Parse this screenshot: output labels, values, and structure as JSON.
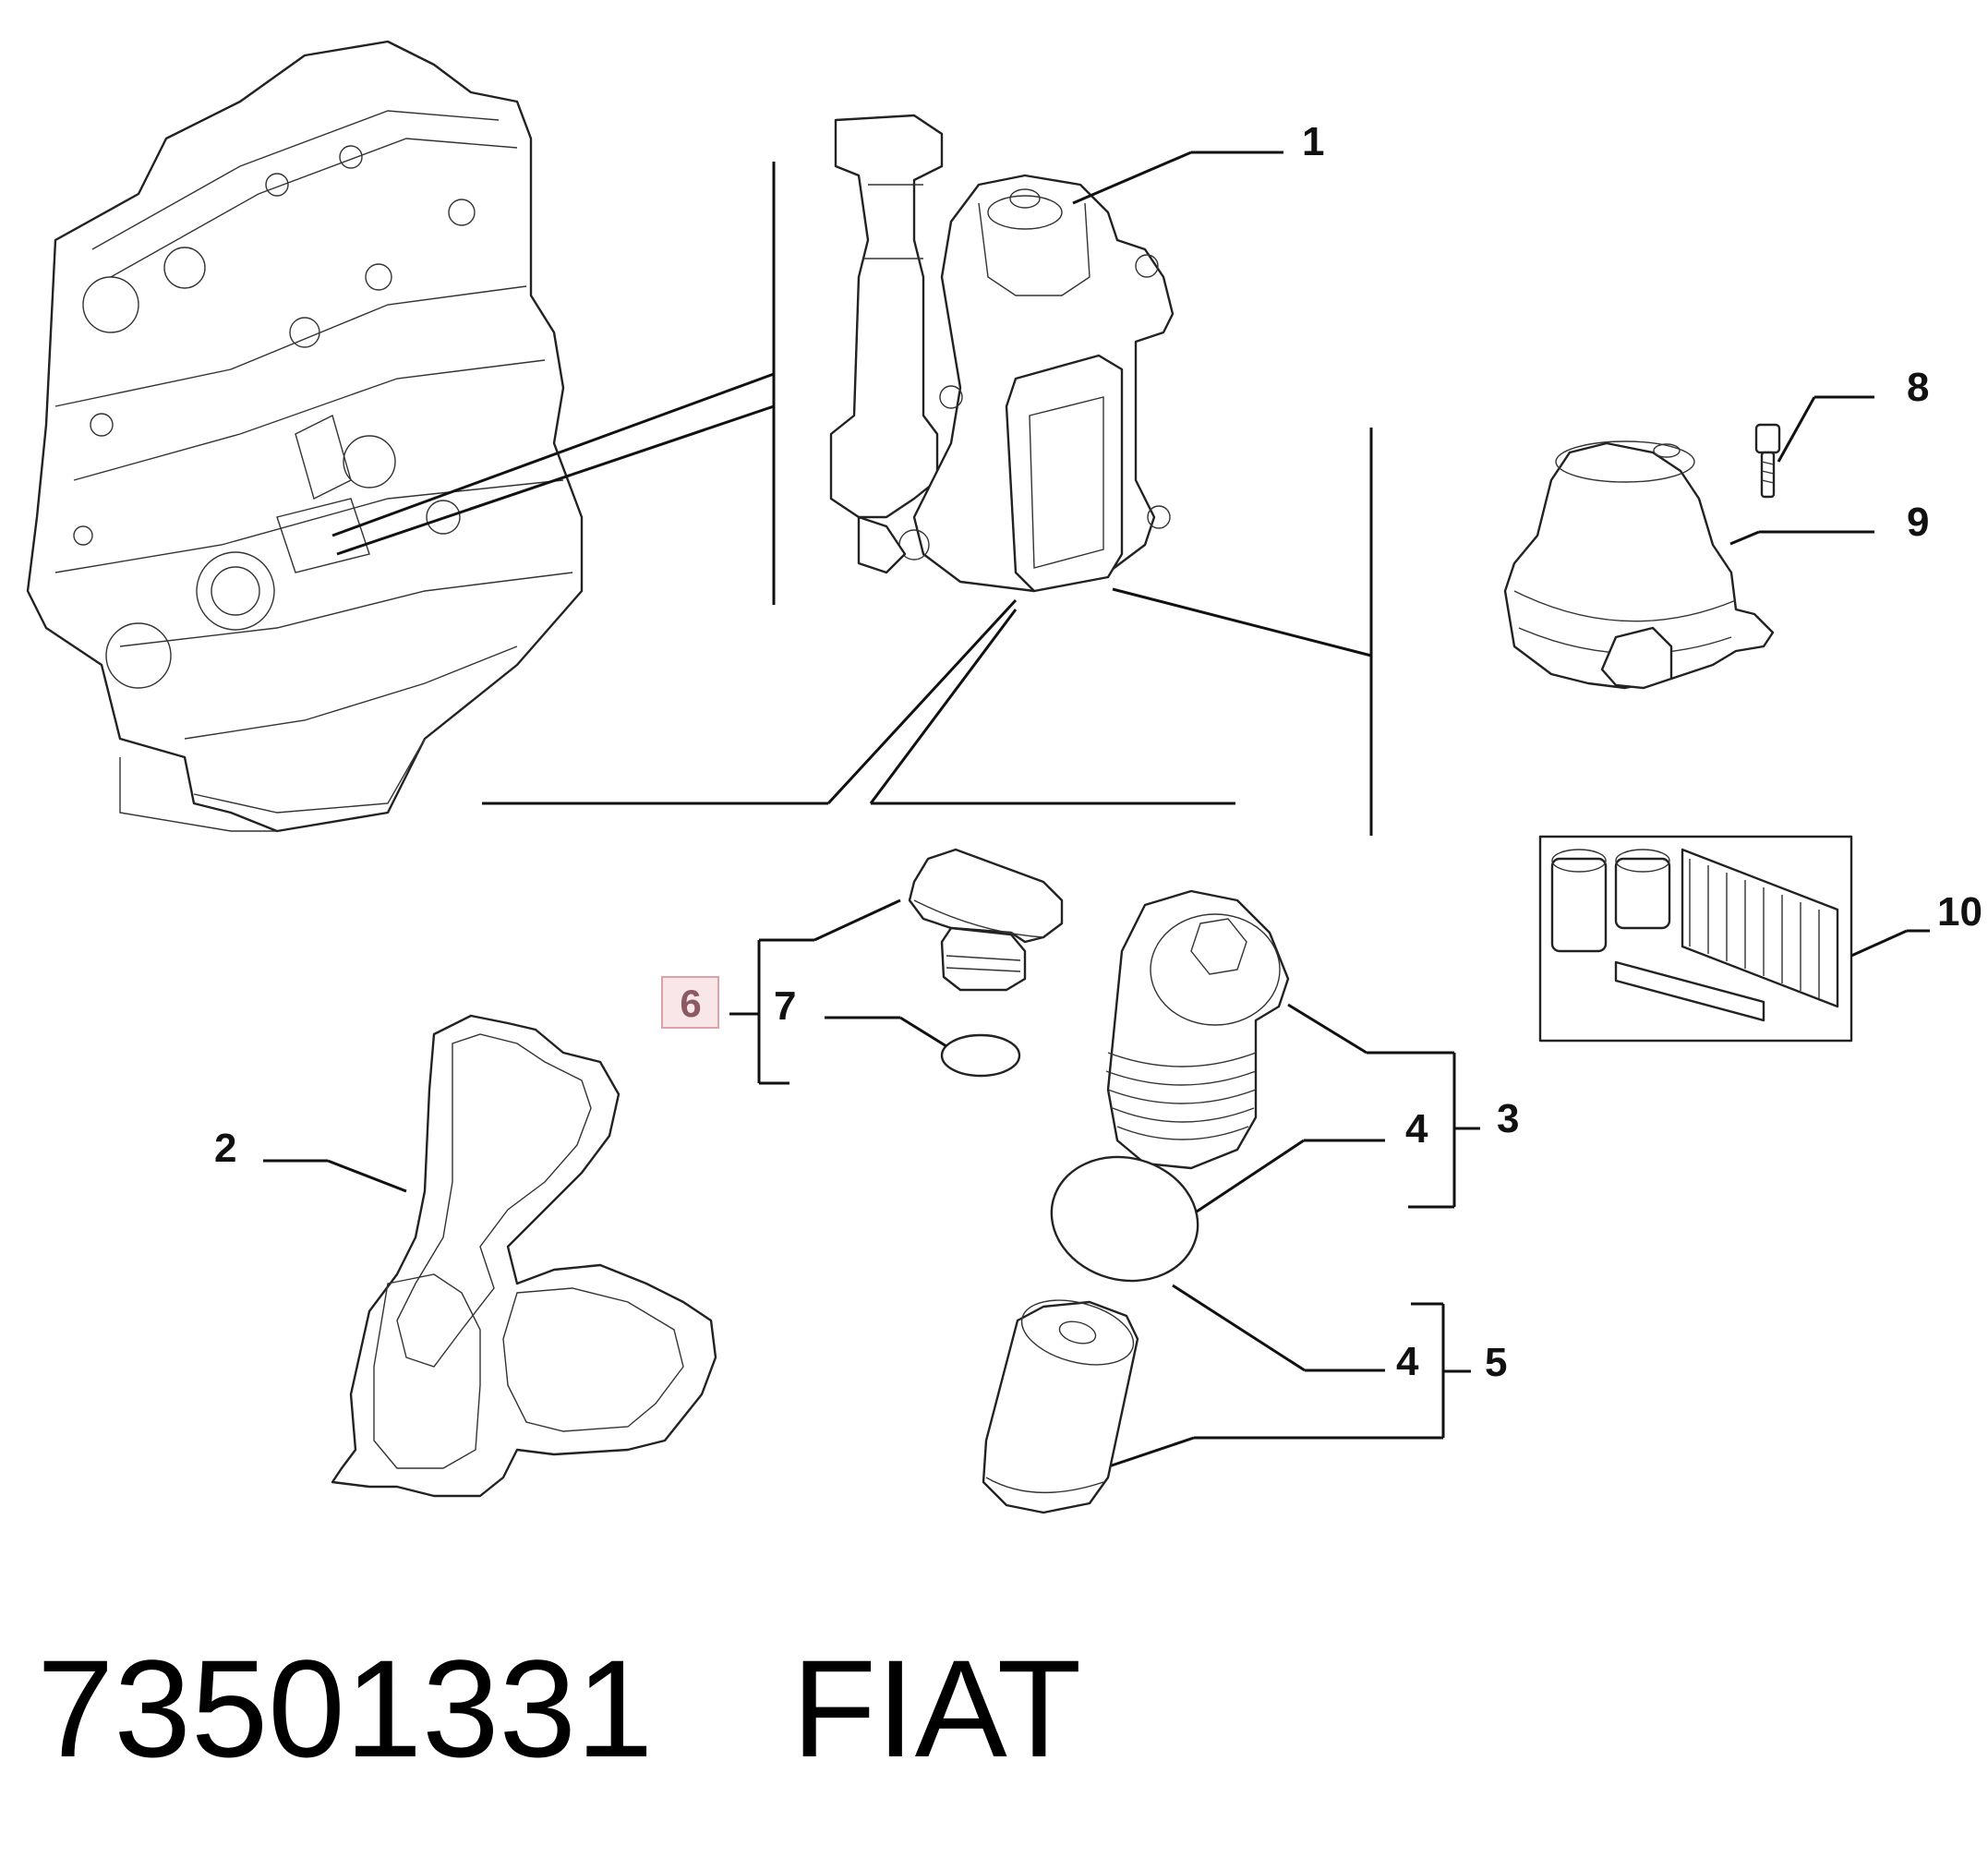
{
  "callouts": {
    "c1": "1",
    "c2": "2",
    "c3": "3",
    "c4a": "4",
    "c4b": "4",
    "c5": "5",
    "c6": "6",
    "c7": "7",
    "c8": "8",
    "c9": "9",
    "c10": "10"
  },
  "highlight_color": "#e0a0a8",
  "footer": {
    "part_number": "73501331",
    "brand": "FIAT"
  }
}
